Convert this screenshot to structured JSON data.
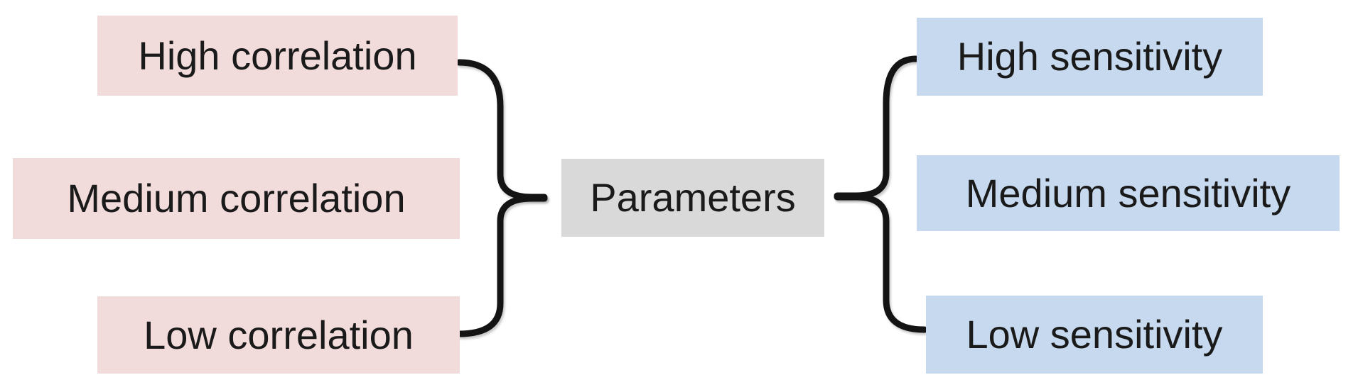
{
  "diagram": {
    "center": {
      "label": "Parameters"
    },
    "left_group": {
      "name": "correlation-levels",
      "items": [
        {
          "label": "High correlation"
        },
        {
          "label": "Medium correlation"
        },
        {
          "label": "Low correlation"
        }
      ]
    },
    "right_group": {
      "name": "sensitivity-levels",
      "items": [
        {
          "label": "High sensitivity"
        },
        {
          "label": "Medium sensitivity"
        },
        {
          "label": "Low sensitivity"
        }
      ]
    },
    "colors": {
      "left_box_fill": "#f2dcdb",
      "right_box_fill": "#c6d9ee",
      "center_box_fill": "#d9d9d9",
      "brace_stroke": "#141414",
      "text": "#1a1a1a",
      "background": "#ffffff"
    }
  }
}
